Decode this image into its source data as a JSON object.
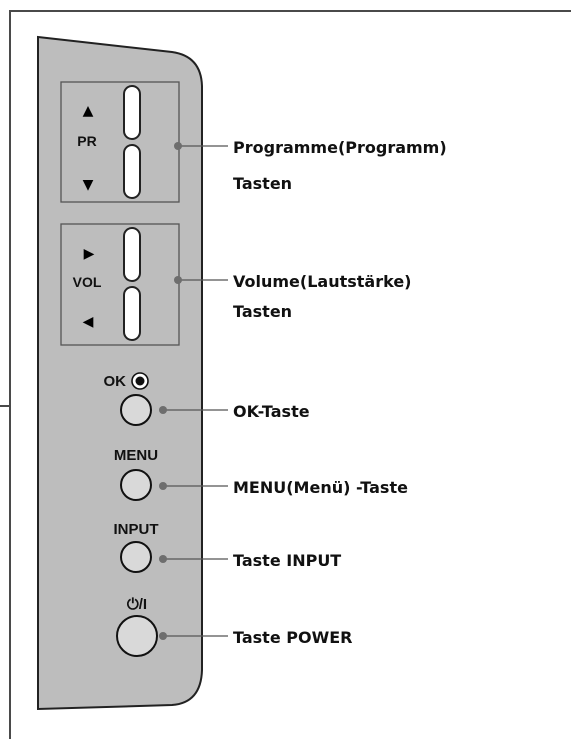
{
  "panel": {
    "pr_label": "PR",
    "vol_label": "VOL",
    "ok_label": "OK",
    "menu_label": "MENU",
    "input_label": "INPUT",
    "power_label": "⏻/I"
  },
  "callouts": [
    {
      "id": "programme",
      "lines": [
        "Programme(Programm)",
        "Tasten"
      ]
    },
    {
      "id": "volume",
      "lines": [
        "Volume(Lautstärke)",
        "Tasten"
      ]
    },
    {
      "id": "ok",
      "lines": [
        "OK-Taste"
      ]
    },
    {
      "id": "menu",
      "lines": [
        "MENU(Menü) -Taste"
      ]
    },
    {
      "id": "input",
      "lines": [
        "Taste INPUT"
      ]
    },
    {
      "id": "power",
      "lines": [
        "Taste POWER"
      ]
    }
  ],
  "colors": {
    "panel_fill": "#bdbdbd",
    "outline": "#222222",
    "leader": "#555555",
    "dot": "#6e6e6e",
    "frame": "#4a4a4a"
  }
}
